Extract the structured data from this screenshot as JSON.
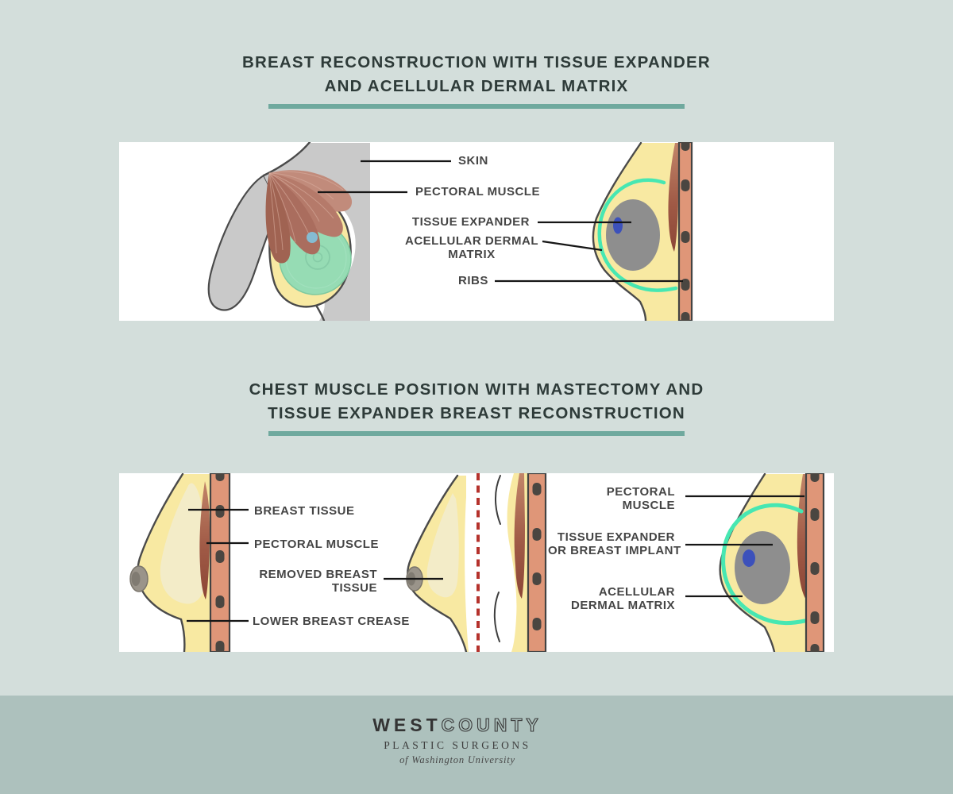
{
  "header1": {
    "line1": "BREAST RECONSTRUCTION WITH TISSUE EXPANDER",
    "line2": "AND ACELLULAR DERMAL MATRIX"
  },
  "panel1": {
    "labels": {
      "skin": "SKIN",
      "pectoral_muscle": "PECTORAL MUSCLE",
      "tissue_expander": "TISSUE EXPANDER",
      "adm_line1": "ACELLULAR DERMAL",
      "adm_line2": "MATRIX",
      "ribs": "RIBS"
    }
  },
  "header2": {
    "line1": "CHEST MUSCLE POSITION WITH MASTECTOMY AND",
    "line2": "TISSUE EXPANDER BREAST RECONSTRUCTION"
  },
  "panel2": {
    "labels": {
      "breast_tissue": "BREAST TISSUE",
      "pectoral_muscle": "PECTORAL MUSCLE",
      "removed_line1": "REMOVED BREAST",
      "removed_line2": "TISSUE",
      "lower_breast_crease": "LOWER BREAST CREASE",
      "pectoral_right_line1": "PECTORAL",
      "pectoral_right_line2": "MUSCLE",
      "expander_line1": "TISSUE EXPANDER",
      "expander_line2": "OR BREAST IMPLANT",
      "adm_line1": "ACELLULAR",
      "adm_line2": "DERMAL MATRIX"
    }
  },
  "footer": {
    "brand_west": "WEST",
    "brand_county": "COUNTY",
    "brand_sub": "PLASTIC SURGEONS",
    "brand_tagline": "of Washington University"
  },
  "colors": {
    "background": "#d3dedb",
    "panel": "#ffffff",
    "accent_bar": "#6fa99e",
    "footer_band": "#adc1bd",
    "tissue_yellow": "#f8e9a2",
    "skin_gray": "#c9c9c9",
    "chest_wall": "#df9678",
    "muscle_red": "#a05a46",
    "adm_teal": "#47e7b2",
    "expander_gray": "#8e8e8e",
    "port_blue": "#3c51bb",
    "expander_green": "#96dcb4",
    "incision_red": "#b5322c"
  }
}
